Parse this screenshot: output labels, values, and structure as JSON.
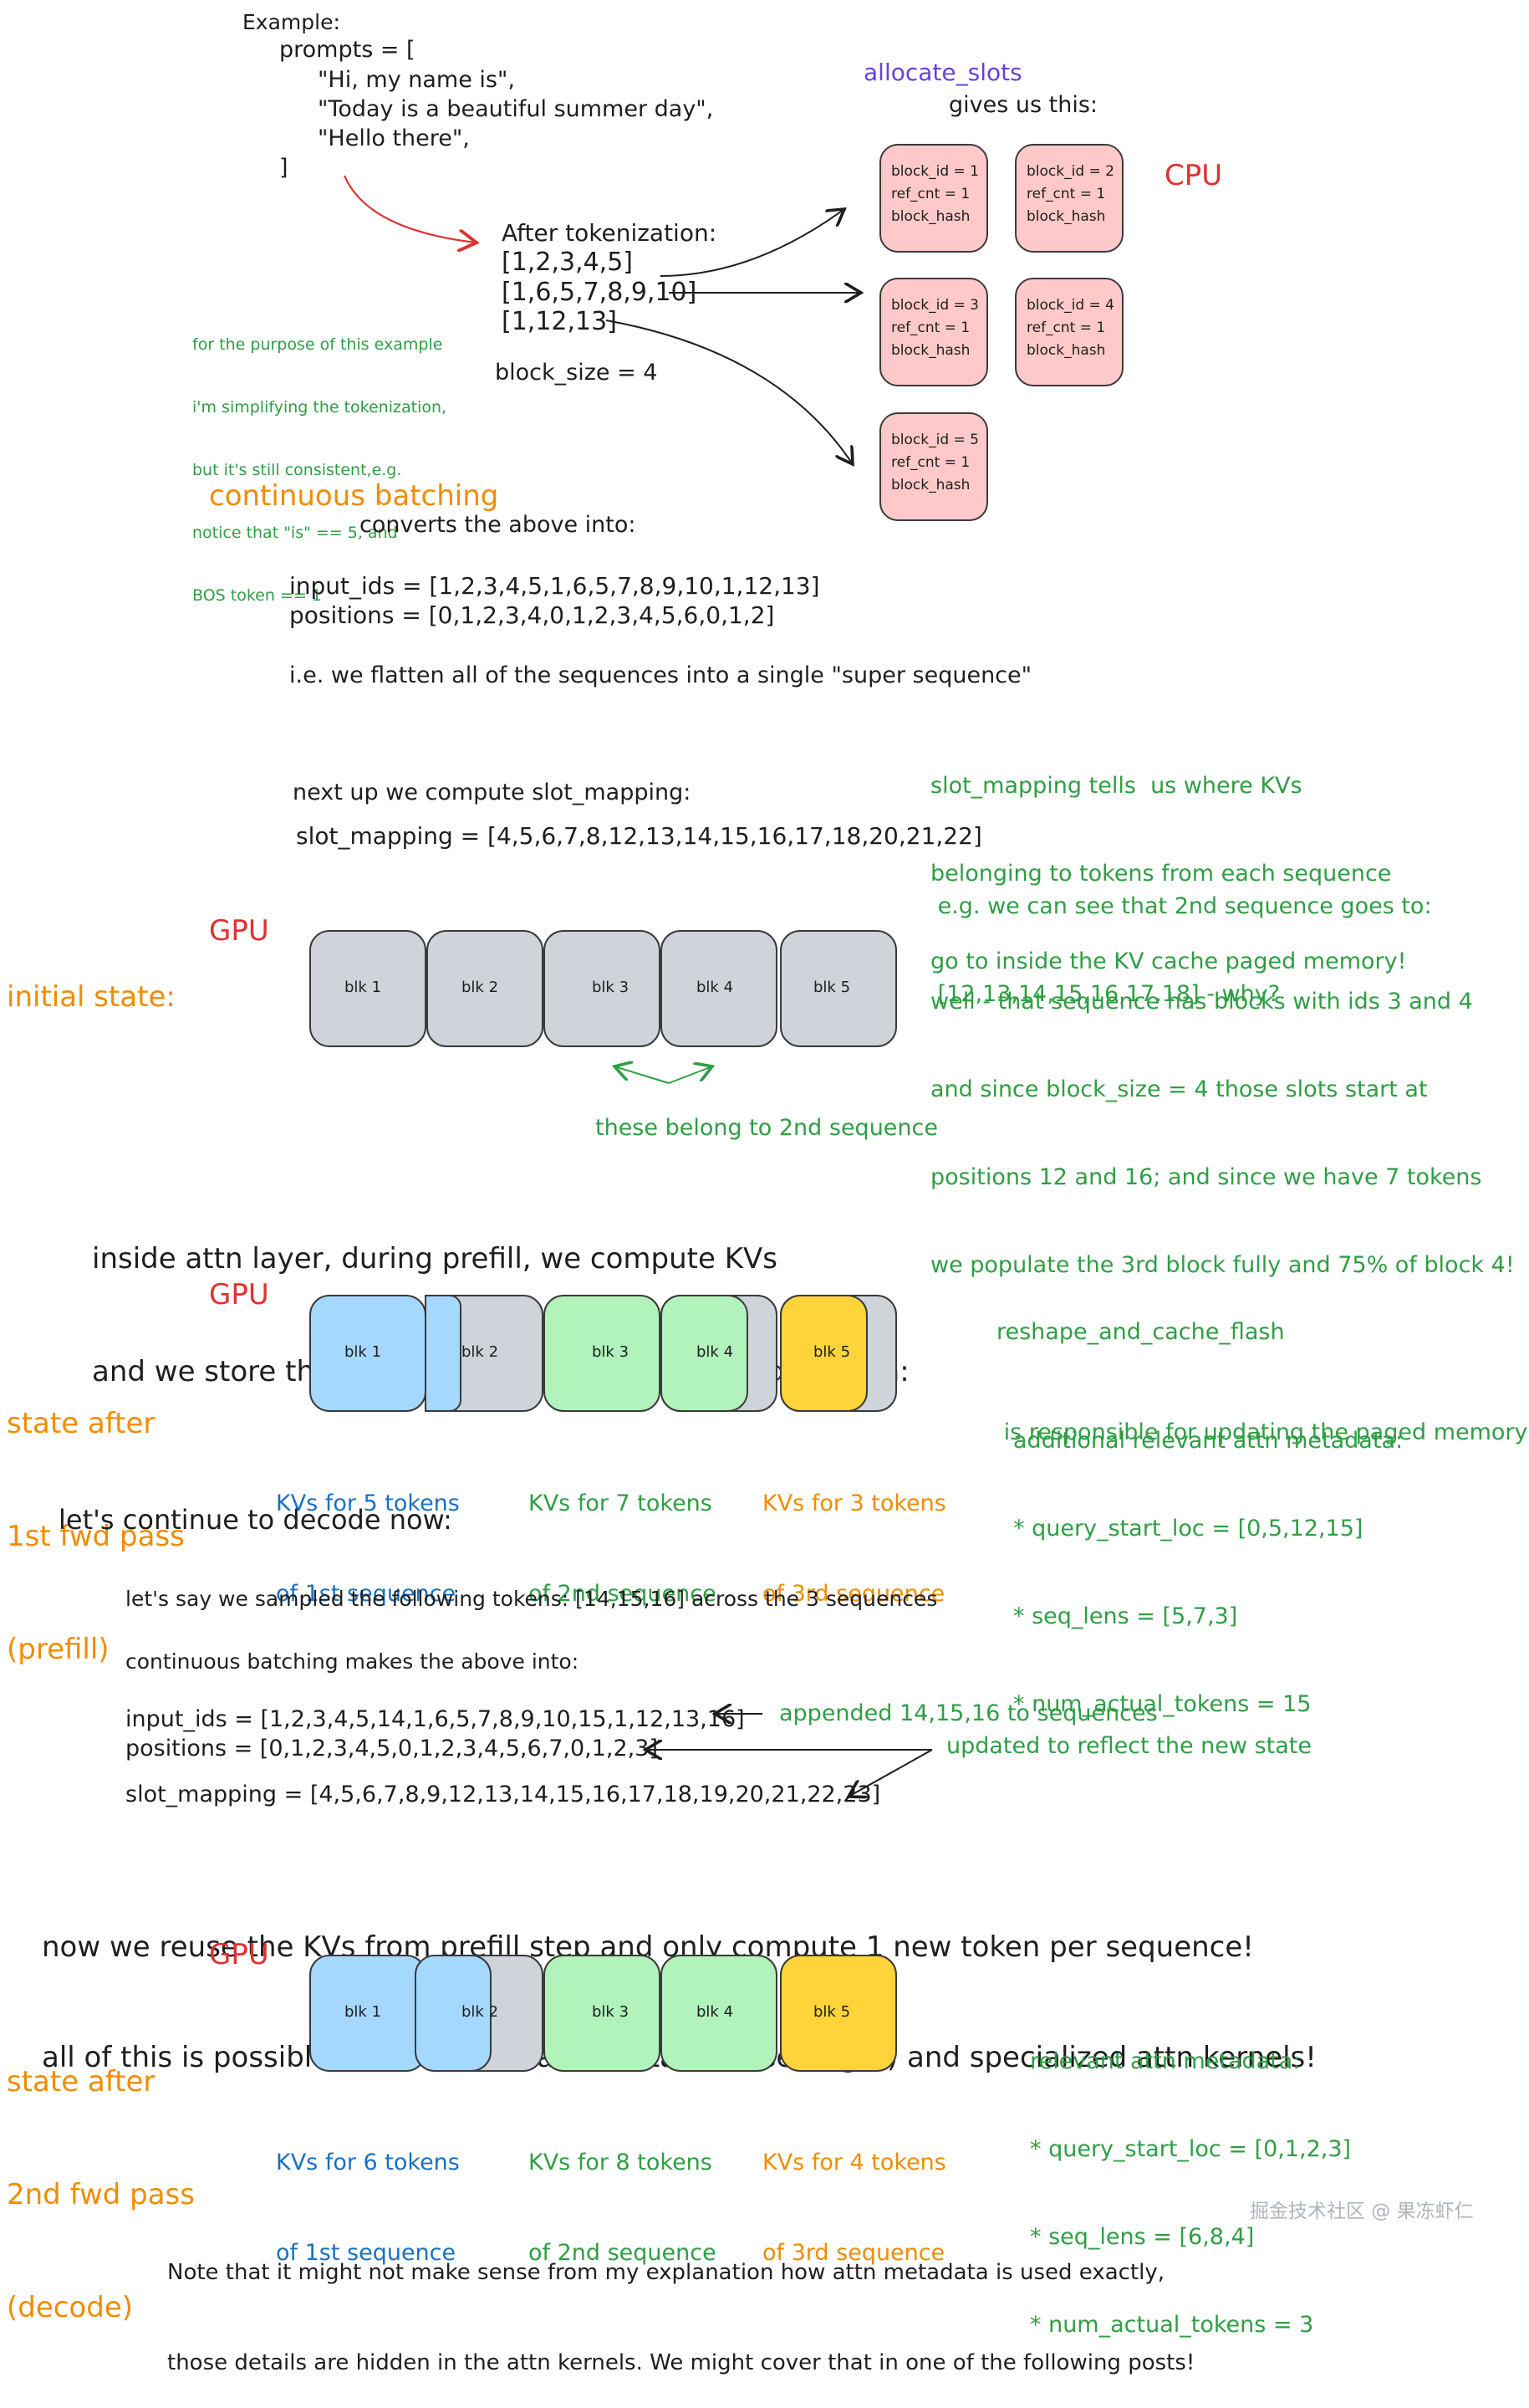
{
  "example": {
    "heading": "Example:",
    "prompts_open": "prompts = [",
    "prompt1": "\"Hi, my name is\",",
    "prompt2": "\"Today is a beautiful summer day\",",
    "prompt3": "\"Hello there\",",
    "prompts_close": "]"
  },
  "note_tokenization": [
    "for the purpose of this example",
    "i'm simplifying the tokenization,",
    "but it's still consistent,e.g.",
    "notice that \"is\" == 5, and",
    "BOS token == 1"
  ],
  "tokenization": {
    "title": "After tokenization:",
    "seq1": "[1,2,3,4,5]",
    "seq2": "[1,6,5,7,8,9,10]",
    "seq3": "[1,12,13]",
    "block_size": "block_size = 4"
  },
  "allocate": {
    "title": "allocate_slots",
    "subtitle": "gives us this:"
  },
  "cpu_label": "CPU",
  "cpu_blocks": [
    {
      "id": "block_id = 1",
      "ref": "ref_cnt = 1",
      "hash": "block_hash"
    },
    {
      "id": "block_id = 2",
      "ref": "ref_cnt = 1",
      "hash": "block_hash"
    },
    {
      "id": "block_id = 3",
      "ref": "ref_cnt = 1",
      "hash": "block_hash"
    },
    {
      "id": "block_id = 4",
      "ref": "ref_cnt = 1",
      "hash": "block_hash"
    },
    {
      "id": "block_id = 5",
      "ref": "ref_cnt = 1",
      "hash": "block_hash"
    }
  ],
  "cb1": {
    "title": "continuous batching",
    "subtitle": "converts the above into:",
    "input_ids": "input_ids = [1,2,3,4,5,1,6,5,7,8,9,10,1,12,13]",
    "positions": "positions = [0,1,2,3,4,0,1,2,3,4,5,6,0,1,2]",
    "flatten": "i.e. we flatten all of the sequences into a single \"super sequence\"",
    "next_up": "next up we compute slot_mapping:",
    "slot_mapping": "slot_mapping = [4,5,6,7,8,12,13,14,15,16,17,18,20,21,22]"
  },
  "slot_note": [
    "slot_mapping tells  us where KVs",
    "belonging to tokens from each sequence",
    "go to inside the KV cache paged memory!"
  ],
  "eg_note": [
    " e.g. we can see that 2nd sequence goes to:",
    " [12,13,14,15,16,17,18] - why?"
  ],
  "well_note": [
    "well - that sequence has blocks with ids 3 and 4",
    "and since block_size = 4 those slots start at",
    "positions 12 and 16; and since we have 7 tokens",
    "we populate the 3rd block fully and 75% of block 4!"
  ],
  "gpu_label": "GPU",
  "block_labels": [
    "blk 1",
    "blk 2",
    "blk 3",
    "blk 4",
    "blk 5"
  ],
  "initial_state": "initial state:",
  "belong_note": "these belong to 2nd sequence",
  "prefill_text": [
    "inside attn layer, during prefill, we compute KVs",
    "and we store them in paged memory! so we end up with:"
  ],
  "state1": [
    "state after",
    "1st fwd pass",
    "(prefill)"
  ],
  "reshape_note": [
    "reshape_and_cache_flash",
    " is responsible for updating the paged memory!"
  ],
  "meta1": [
    "additional relevant attn metadata:",
    "* query_start_loc = [0,5,12,15]",
    "* seq_lens = [5,7,3]",
    "* num_actual_tokens = 15"
  ],
  "kv1": [
    {
      "a": "KVs for 5 tokens",
      "b": "of 1st sequence"
    },
    {
      "a": "KVs for 7 tokens",
      "b": "of 2nd sequence"
    },
    {
      "a": "KVs for 3 tokens",
      "b": "of 3rd sequence"
    }
  ],
  "decode_title": "let's continue to decode now:",
  "sampled": "let's say we sampled the following tokens: [14,15,16] across the 3 sequences",
  "cb2": {
    "intro": "continuous batching makes the above into:",
    "input_ids": "input_ids = [1,2,3,4,5,14,1,6,5,7,8,9,10,15,1,12,13,16]",
    "positions": "positions = [0,1,2,3,4,5,0,1,2,3,4,5,6,7,0,1,2,3]",
    "slot_mapping": "slot_mapping = [4,5,6,7,8,9,12,13,14,15,16,17,18,19,20,21,22,23]"
  },
  "appended_note": "appended 14,15,16 to sequences",
  "updated_note": "updated to reflect the new state",
  "reuse_text": [
    "now we reuse the KVs from prefill step and only compute 1 new token per sequence!",
    "all of this is possible thanks to the attn metadata (see right) and specialized attn kernels!"
  ],
  "state2": [
    "state after",
    "2nd fwd pass",
    "(decode)"
  ],
  "meta2": [
    "relevant attn metadata:",
    "* query_start_loc = [0,1,2,3]",
    "* seq_lens = [6,8,4]",
    "* num_actual_tokens = 3"
  ],
  "kv2": [
    {
      "a": "KVs for 6 tokens",
      "b": "of 1st sequence"
    },
    {
      "a": "KVs for 8 tokens",
      "b": "of 2nd sequence"
    },
    {
      "a": "KVs for 4 tokens",
      "b": "of 3rd sequence"
    }
  ],
  "final_note": [
    "Note that it might not make sense from my explanation how attn metadata is used exactly,",
    "those details are hidden in the attn kernels. We might cover that in one of the following posts!"
  ],
  "watermark": "掘金技术社区 @ 果冻虾仁",
  "colors": {
    "seq1": "#a5d8ff",
    "seq2": "#b2f2bb",
    "seq3": "#ffd43b",
    "empty": "#ced4da",
    "cpu": "#ffc9c9"
  }
}
